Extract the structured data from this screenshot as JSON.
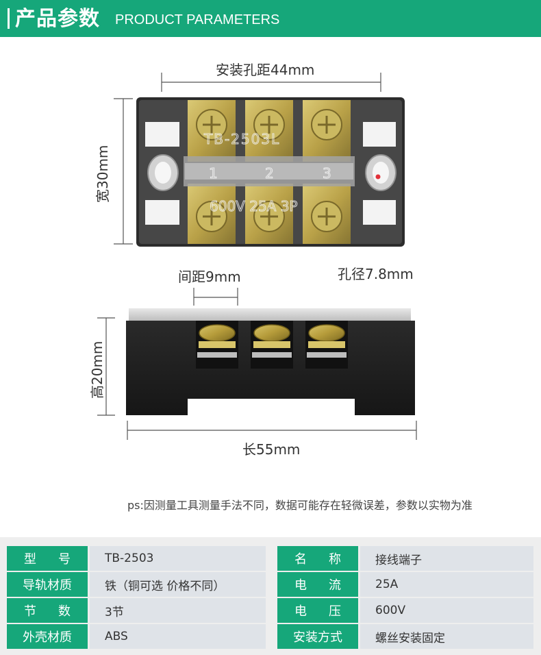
{
  "header": {
    "title_cn": "产品参数",
    "title_en": "PRODUCT PARAMETERS"
  },
  "dimensions": {
    "mount_hole_spacing": "安装孔距44mm",
    "width": "宽30mm",
    "hole_diameter": "孔径7.8mm",
    "pitch": "间距9mm",
    "height": "高20mm",
    "length": "长55mm"
  },
  "product_markings": {
    "model": "TB-2503L",
    "rating": "600V 25A 3P",
    "positions": [
      "1",
      "2",
      "3"
    ]
  },
  "note": "ps:因测量工具测量手法不同，数据可能存在轻微误差，参数以实物为准",
  "specs": {
    "left": [
      {
        "key_a": "型",
        "key_b": "号",
        "value": "TB-2503"
      },
      {
        "key": "导轨材质",
        "value": "铁（铜可选 价格不同）"
      },
      {
        "key_a": "节",
        "key_b": "数",
        "value": "3节"
      },
      {
        "key": "外壳材质",
        "value": "ABS"
      }
    ],
    "right": [
      {
        "key_a": "名",
        "key_b": "称",
        "value": "接线端子"
      },
      {
        "key_a": "电",
        "key_b": "流",
        "value": "25A"
      },
      {
        "key_a": "电",
        "key_b": "压",
        "value": "600V"
      },
      {
        "key": "安装方式",
        "value": "螺丝安装固定"
      }
    ]
  },
  "colors": {
    "accent": "#16a77a",
    "value_bg": "#dfe3e8"
  }
}
